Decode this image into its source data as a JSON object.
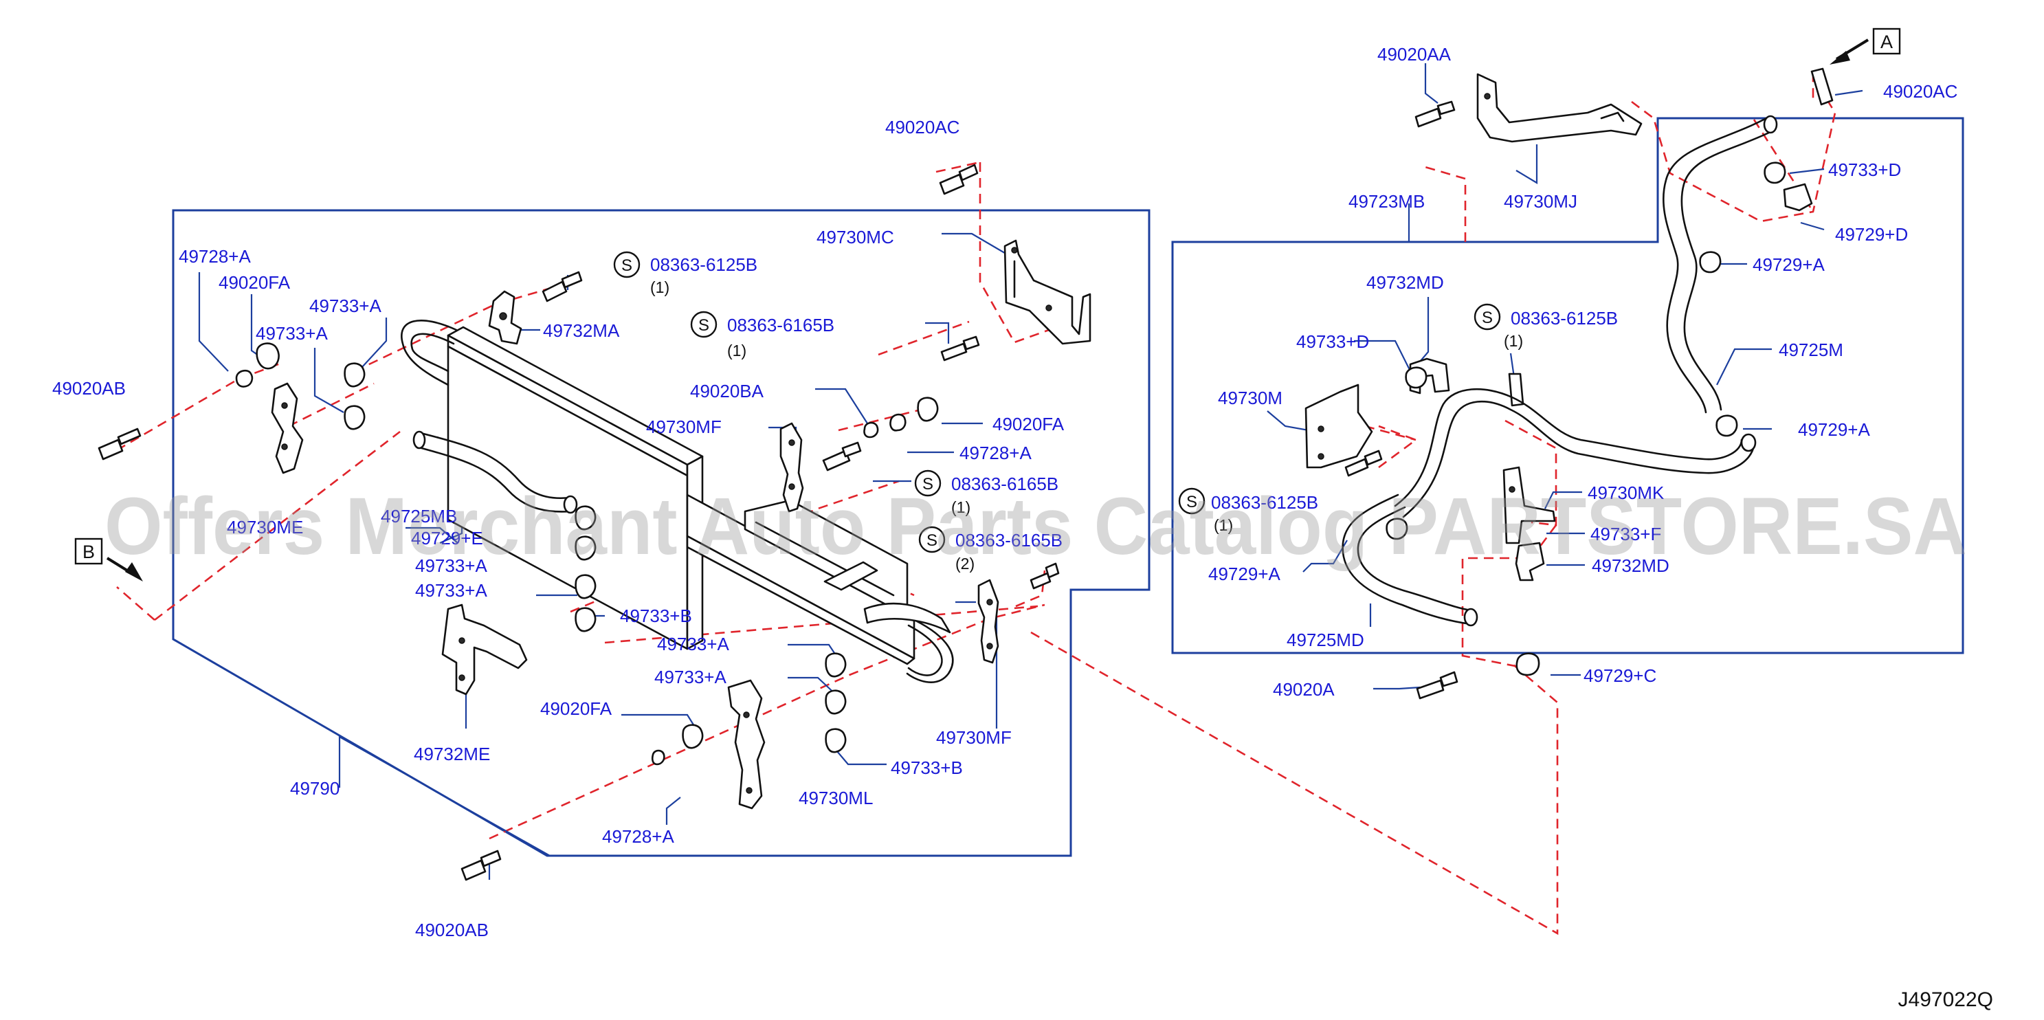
{
  "diagram_code": "J497022Q",
  "watermark": "Offers Merchant Auto Parts Catalog PARTSTORE.SA",
  "ref_markers": {
    "a": "A",
    "b": "B"
  },
  "screw_symbol": "S",
  "labels": {
    "p49020ac_top": "49020AC",
    "p49730mc": "49730MC",
    "p49728a_left": "49728+A",
    "p49020fa_left": "49020FA",
    "p49733a_l1": "49733+A",
    "p49733a_l2": "49733+A",
    "p49020ab_left": "49020AB",
    "s08363_6125b_left": "08363-6125B",
    "qty_6125b_left": "(1)",
    "p49732ma": "49732MA",
    "s08363_6165b_a": "08363-6165B",
    "qty_6165b_a": "(1)",
    "p49020ba": "49020BA",
    "p49730mf_top": "49730MF",
    "p49020fa_mid": "49020FA",
    "p49728a_mid": "49728+A",
    "s08363_6165b_b": "08363-6165B",
    "qty_6165b_b": "(1)",
    "s08363_6165b_c": "08363-6165B",
    "qty_6165b_c": "(2)",
    "p49725mb": "49725MB",
    "p49729e": "49729+E",
    "p49730me": "49730ME",
    "p49733a_l3": "49733+A",
    "p49733a_l4": "49733+A",
    "p49733b_l": "49733+B",
    "p49733a_m1": "49733+A",
    "p49733a_m2": "49733+A",
    "p49730mf_bot": "49730MF",
    "p49020fa_bot": "49020FA",
    "p49730ml": "49730ML",
    "p49733b_bot": "49733+B",
    "p49728a_bot": "49728+A",
    "p49732me": "49732ME",
    "p49790": "49790",
    "p49020ab_bot": "49020AB",
    "p49020aa": "49020AA",
    "p49730mj": "49730MJ",
    "p49723mb": "49723MB",
    "p49020ac_right": "49020AC",
    "p49733d_top": "49733+D",
    "p49729d": "49729+D",
    "p49729a_r1": "49729+A",
    "p49725m": "49725M",
    "p49729a_r2": "49729+A",
    "p49732md_top": "49732MD",
    "p49733d_mid": "49733+D",
    "p49730m": "49730M",
    "s08363_6125b_r1": "08363-6125B",
    "qty_6125b_r1": "(1)",
    "s08363_6125b_r2": "08363-6125B",
    "qty_6125b_r2": "(1)",
    "p49730mk": "49730MK",
    "p49733f": "49733+F",
    "p49732md_bot": "49732MD",
    "p49729a_r3": "49729+A",
    "p49725md": "49725MD",
    "p49020a": "49020A",
    "p49729c": "49729+C"
  }
}
